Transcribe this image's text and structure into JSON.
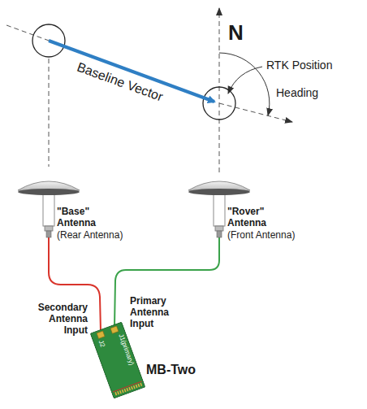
{
  "diagram": {
    "nodes": [
      {
        "text": [
          "J2",
          "J1(primary)",
          "MB-Two"
        ]
      }
    ],
    "labels": [
      "N",
      "Baseline Vector",
      "RTK Position",
      "Heading",
      "\"Base\" Antenna",
      "(Rear Antenna)",
      "\"Rover\" Antenna",
      "(Front Antenna)",
      "Secondary Antenna Input",
      "Primary Antenna Input"
    ]
  }
}
